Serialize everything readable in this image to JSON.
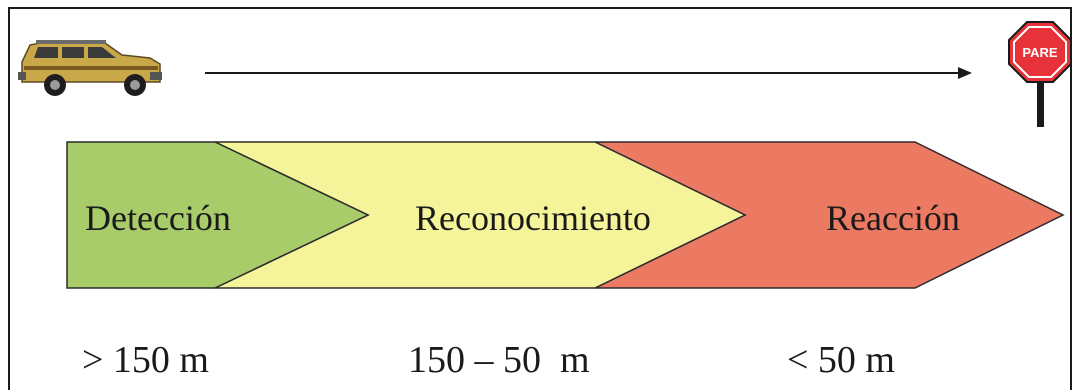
{
  "diagram": {
    "stages": [
      {
        "name": "Detección",
        "distance": "> 150 m",
        "color": "#a9cc6b"
      },
      {
        "name": "Reconocimiento",
        "distance": "150 – 50  m",
        "color": "#f6f49b"
      },
      {
        "name": "Reacción",
        "distance": "< 50 m",
        "color": "#ec7a63"
      }
    ],
    "stop_sign_text": "PARE",
    "colors": {
      "stop_sign": "#e8323a",
      "vehicle_body": "#c9a84a",
      "outline": "#2b2b2b"
    },
    "icons": [
      "vehicle-icon",
      "arrow-icon",
      "stop-sign-icon"
    ]
  }
}
